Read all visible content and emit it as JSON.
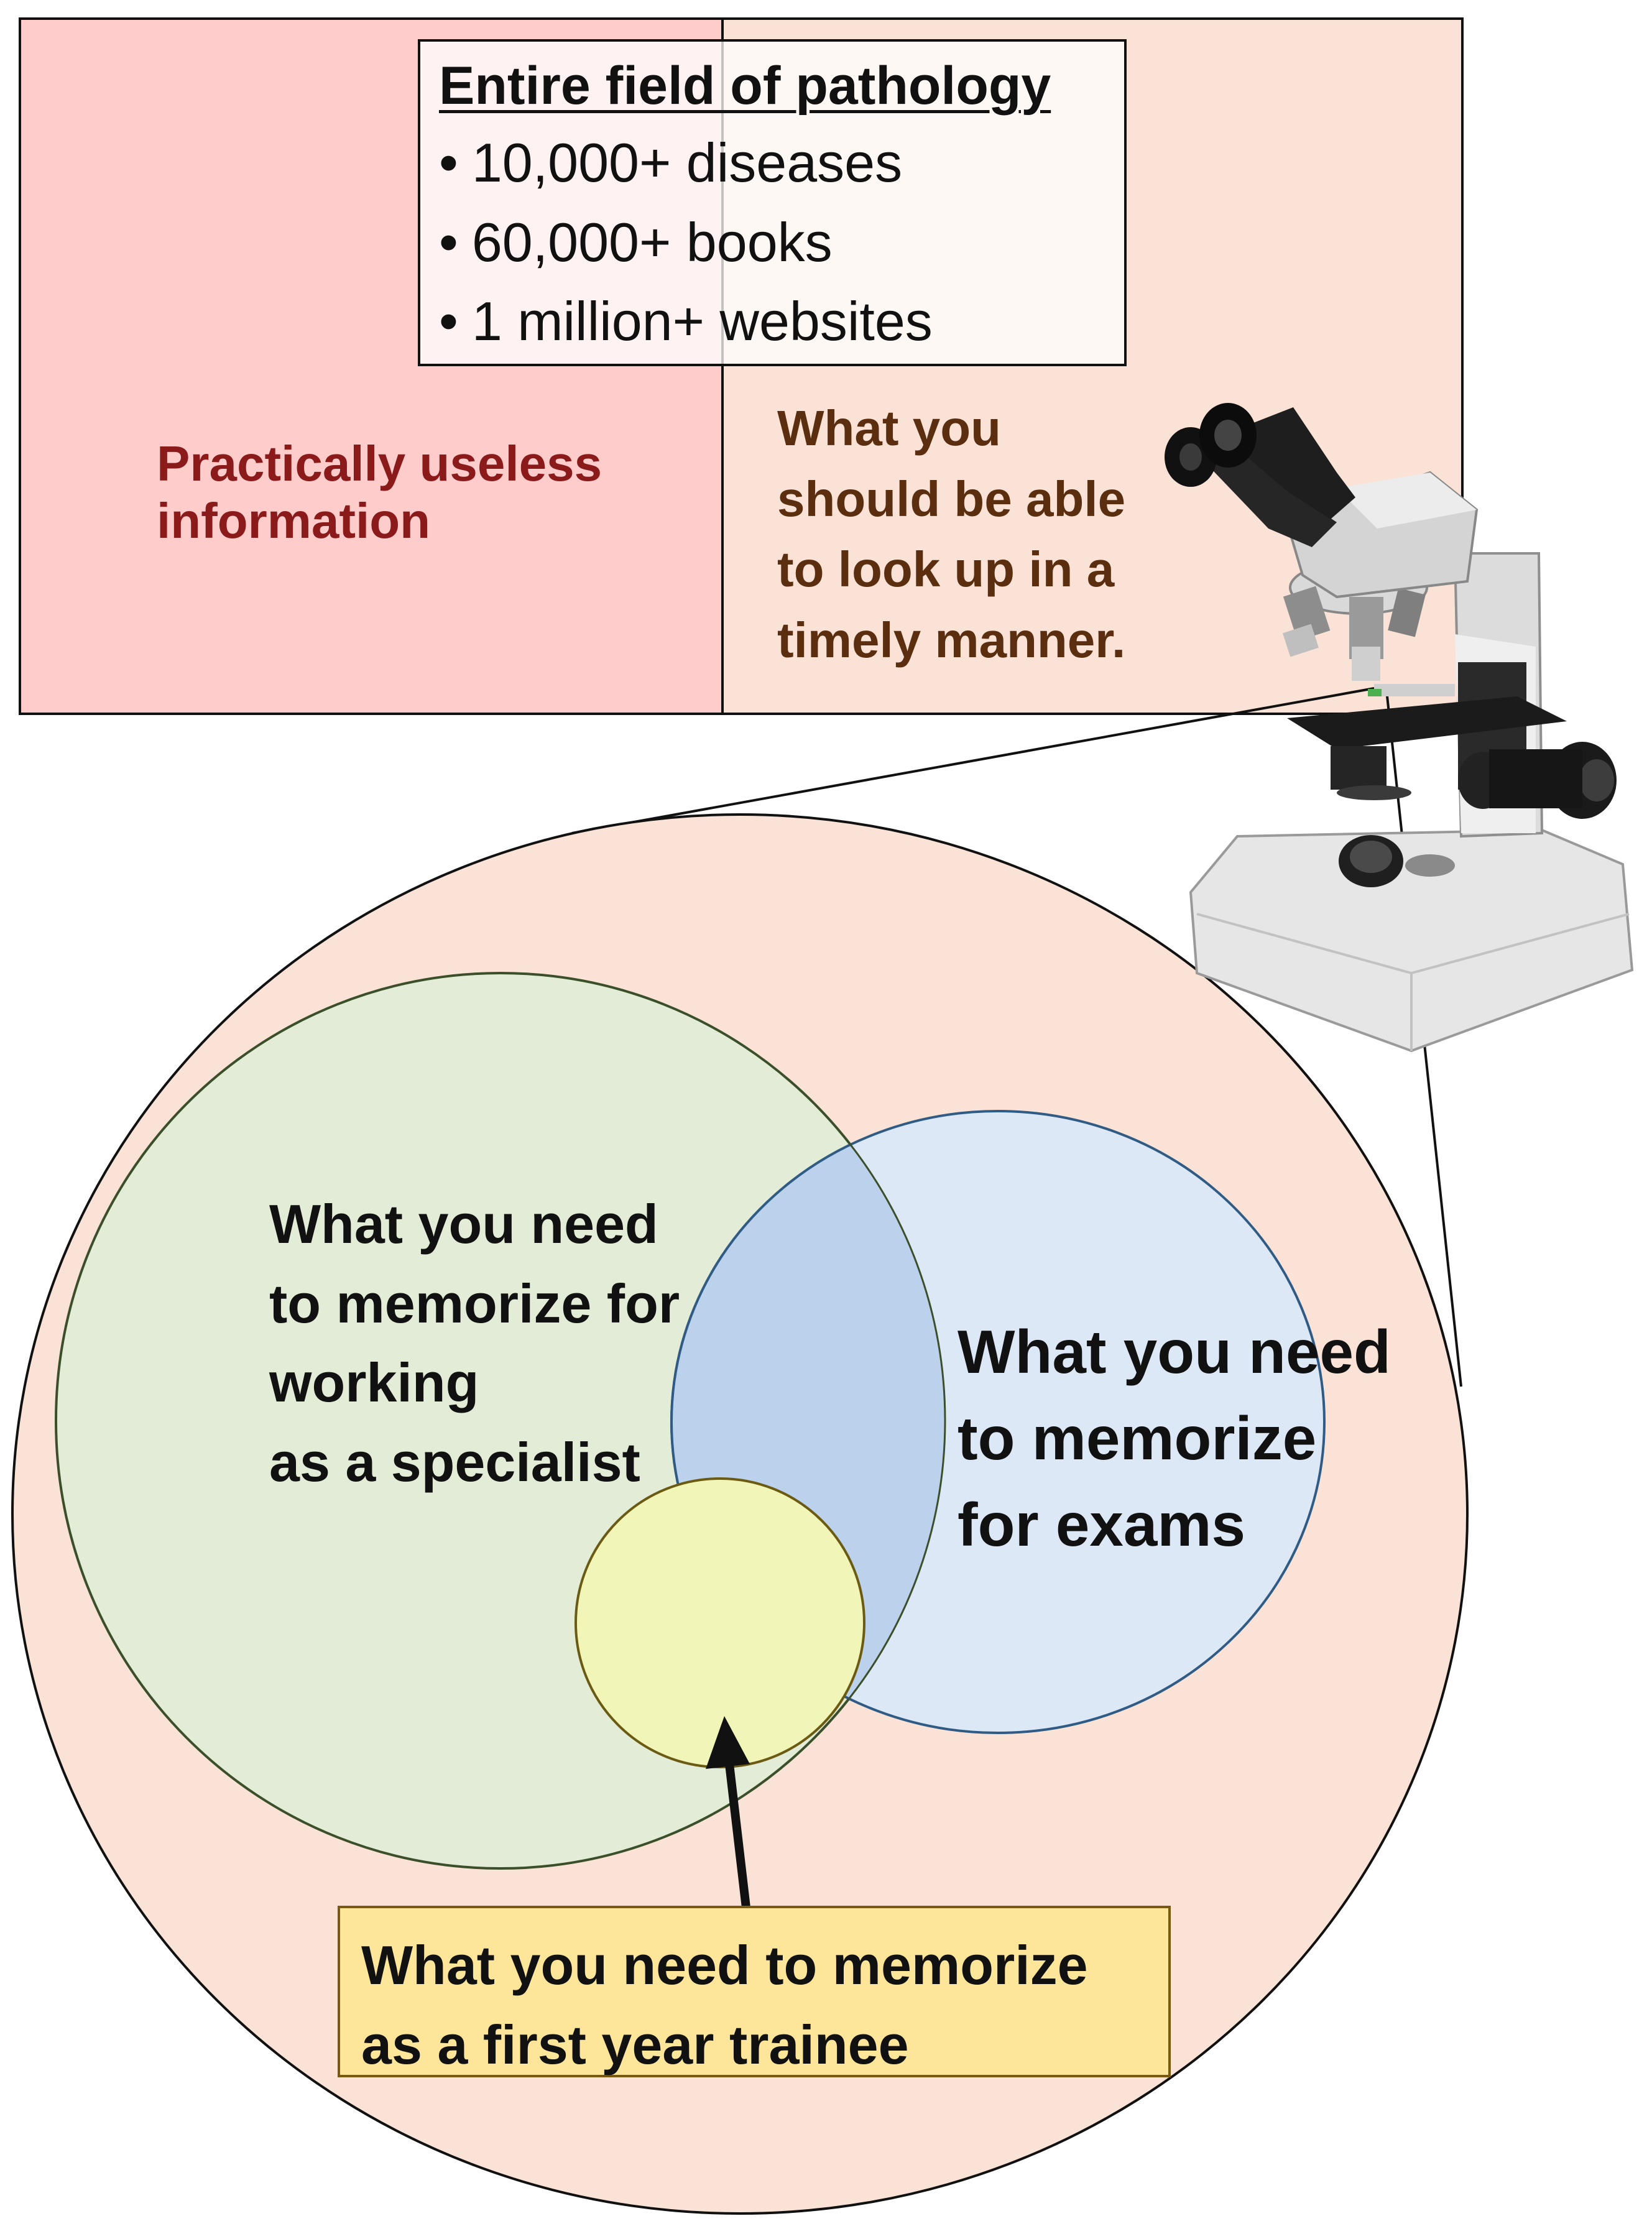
{
  "field": {
    "title": "Entire field of pathology",
    "items": [
      "10,000+ diseases",
      "60,000+ books",
      "1 million+ websites"
    ]
  },
  "regions": {
    "useless": [
      "Practically useless",
      "information"
    ],
    "lookup": [
      "What you",
      "should be able",
      "to look up in a",
      "timely manner."
    ]
  },
  "circles": {
    "specialist": [
      "What you need",
      "to memorize for",
      "working",
      "as a specialist"
    ],
    "exams": [
      "What you need",
      "to memorize",
      "for exams"
    ],
    "trainee": [
      "What you need to memorize",
      "as a first year trainee"
    ]
  },
  "colors": {
    "useless_fill": "#ffcccc",
    "lookup_fill": "#fae3d6",
    "specialist_fill": "#e2ecd6",
    "exams_fill": "#dce8f5",
    "overlap_fill": "#bcd2ec",
    "trainee_fill": "#f2f5b8",
    "trainee_box_fill": "#fde59a"
  },
  "icons": [
    "microscope-icon"
  ]
}
